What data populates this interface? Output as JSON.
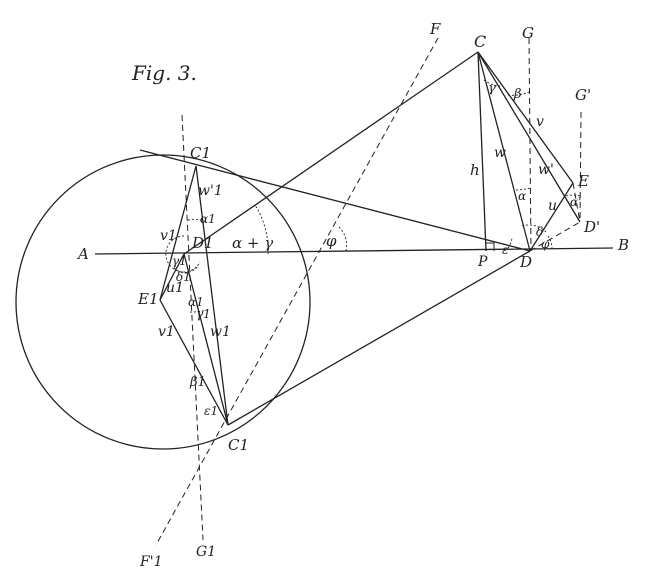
{
  "figure": {
    "caption": "Fig. 3.",
    "points": {
      "A": "A",
      "B": "B",
      "C": "C",
      "D": "D",
      "E": "E",
      "P": "P",
      "G": "G",
      "G_prime": "G'",
      "D_prime": "D'",
      "F": "F",
      "F1": "F'1",
      "C1_top": "C1",
      "C1_bottom": "C1",
      "D1": "D1",
      "E1": "E1",
      "G1": "G1"
    },
    "segments": {
      "h": "h",
      "w": "w",
      "w_prime": "w'",
      "v": "v",
      "u": "u",
      "w1_top": "w'1",
      "v1_upper": "v1",
      "u1": "u1",
      "v1_lower": "v1",
      "w1_lower": "w1"
    },
    "angles": {
      "alpha_plus_gamma": "α + γ",
      "phi_left": "φ",
      "alpha": "α",
      "alpha_prime": "α'",
      "beta": "β",
      "gamma": "γ",
      "delta": "δ",
      "phi": "φ",
      "epsilon": "ε",
      "alpha1_top": "α1",
      "alpha1_bottom": "α1",
      "gamma1": "γ1",
      "delta1": "δ1",
      "beta1": "β1",
      "epsilon1": "ε1"
    }
  }
}
